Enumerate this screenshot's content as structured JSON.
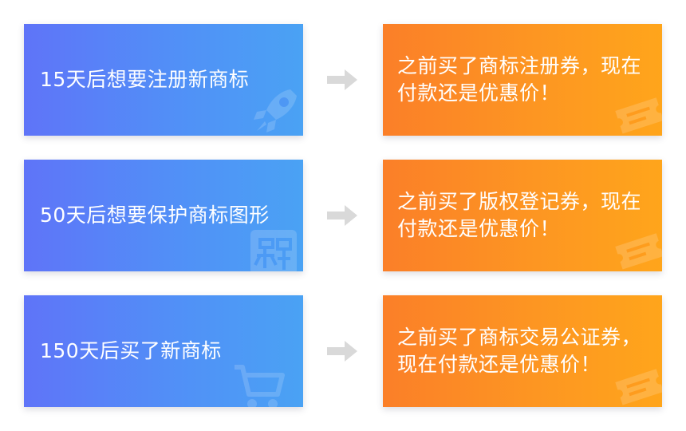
{
  "rows": [
    {
      "left_text": "15天后想要注册新商标",
      "right_text": "之前买了商标注册券，现在付款还是优惠价！",
      "left_icon": "rocket-icon",
      "right_icon": "ticket-icon"
    },
    {
      "left_text": "50天后想要保护商标图形",
      "right_text": "之前买了版权登记券，现在付款还是优惠价！",
      "left_icon": "bao-shield-icon",
      "right_icon": "ticket-icon"
    },
    {
      "left_text": "150天后买了新商标",
      "right_text": "之前买了商标交易公证券，现在付款还是优惠价！",
      "left_icon": "shopping-cart-icon",
      "right_icon": "ticket-icon"
    }
  ],
  "colors": {
    "left_gradient_start": "#5f74f8",
    "left_gradient_end": "#4aa2f4",
    "right_gradient_start": "#fb7f28",
    "right_gradient_end": "#ffa51b",
    "arrow": "#d9d9d9"
  }
}
